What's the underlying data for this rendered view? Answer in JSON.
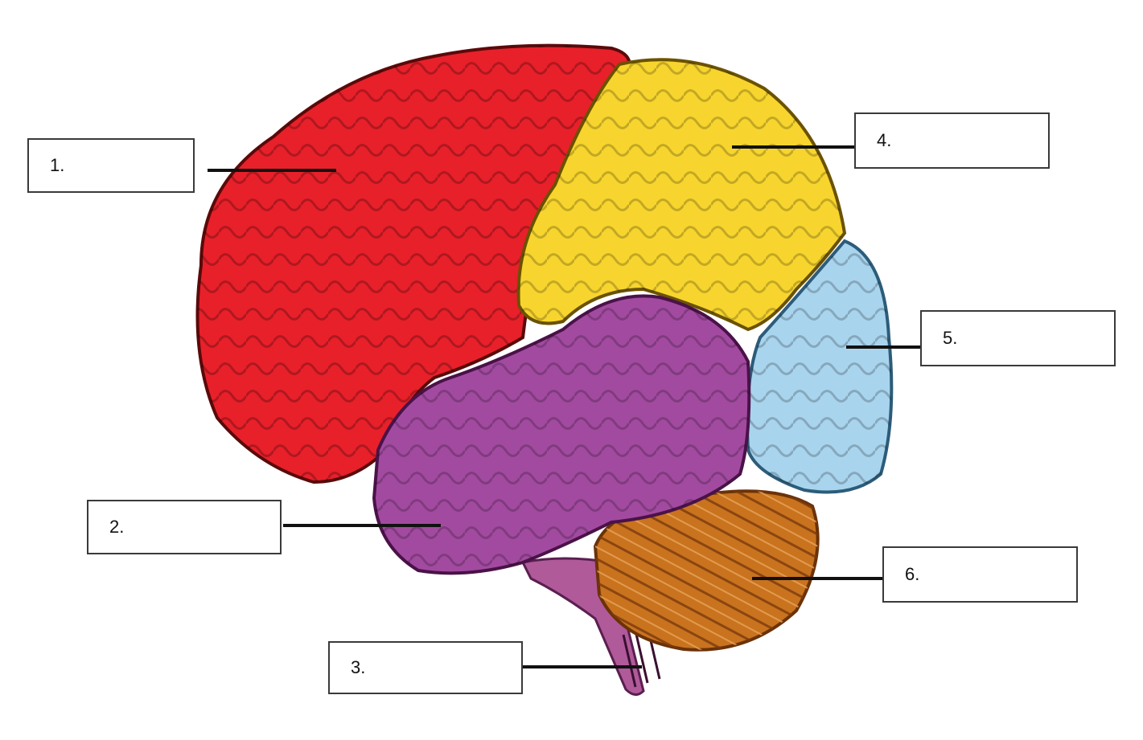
{
  "labels": [
    {
      "id": "1",
      "text": "1.",
      "color": "#e8202a"
    },
    {
      "id": "2",
      "text": "2.",
      "color": "#a24aa0"
    },
    {
      "id": "3",
      "text": "3.",
      "color": "#b05a9a"
    },
    {
      "id": "4",
      "text": "4.",
      "color": "#f7d52e"
    },
    {
      "id": "5",
      "text": "5.",
      "color": "#a9d4ee"
    },
    {
      "id": "6",
      "text": "6.",
      "color": "#c9731f"
    }
  ],
  "colors": {
    "frontal": "#e8202a",
    "temporal": "#a24aa0",
    "brainstem": "#b05a9a",
    "parietal": "#f7d52e",
    "occipital": "#a9d4ee",
    "cerebellum": "#c9731f"
  }
}
